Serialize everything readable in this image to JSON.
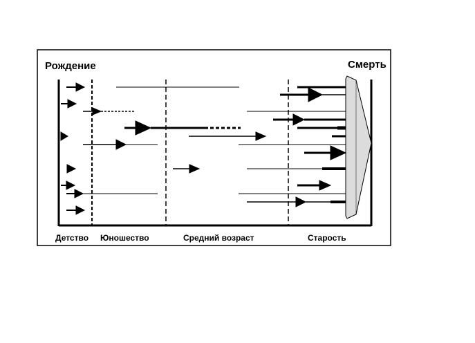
{
  "labels": {
    "birth": "Рождение",
    "death": "Смерть"
  },
  "stages": [
    {
      "label": "Детство"
    },
    {
      "label": "Юношество"
    },
    {
      "label": "Средний возраст"
    },
    {
      "label": "Старость"
    }
  ],
  "colors": {
    "line": "#000000",
    "background": "#ffffff",
    "death_shape": "#dcdcdc"
  }
}
